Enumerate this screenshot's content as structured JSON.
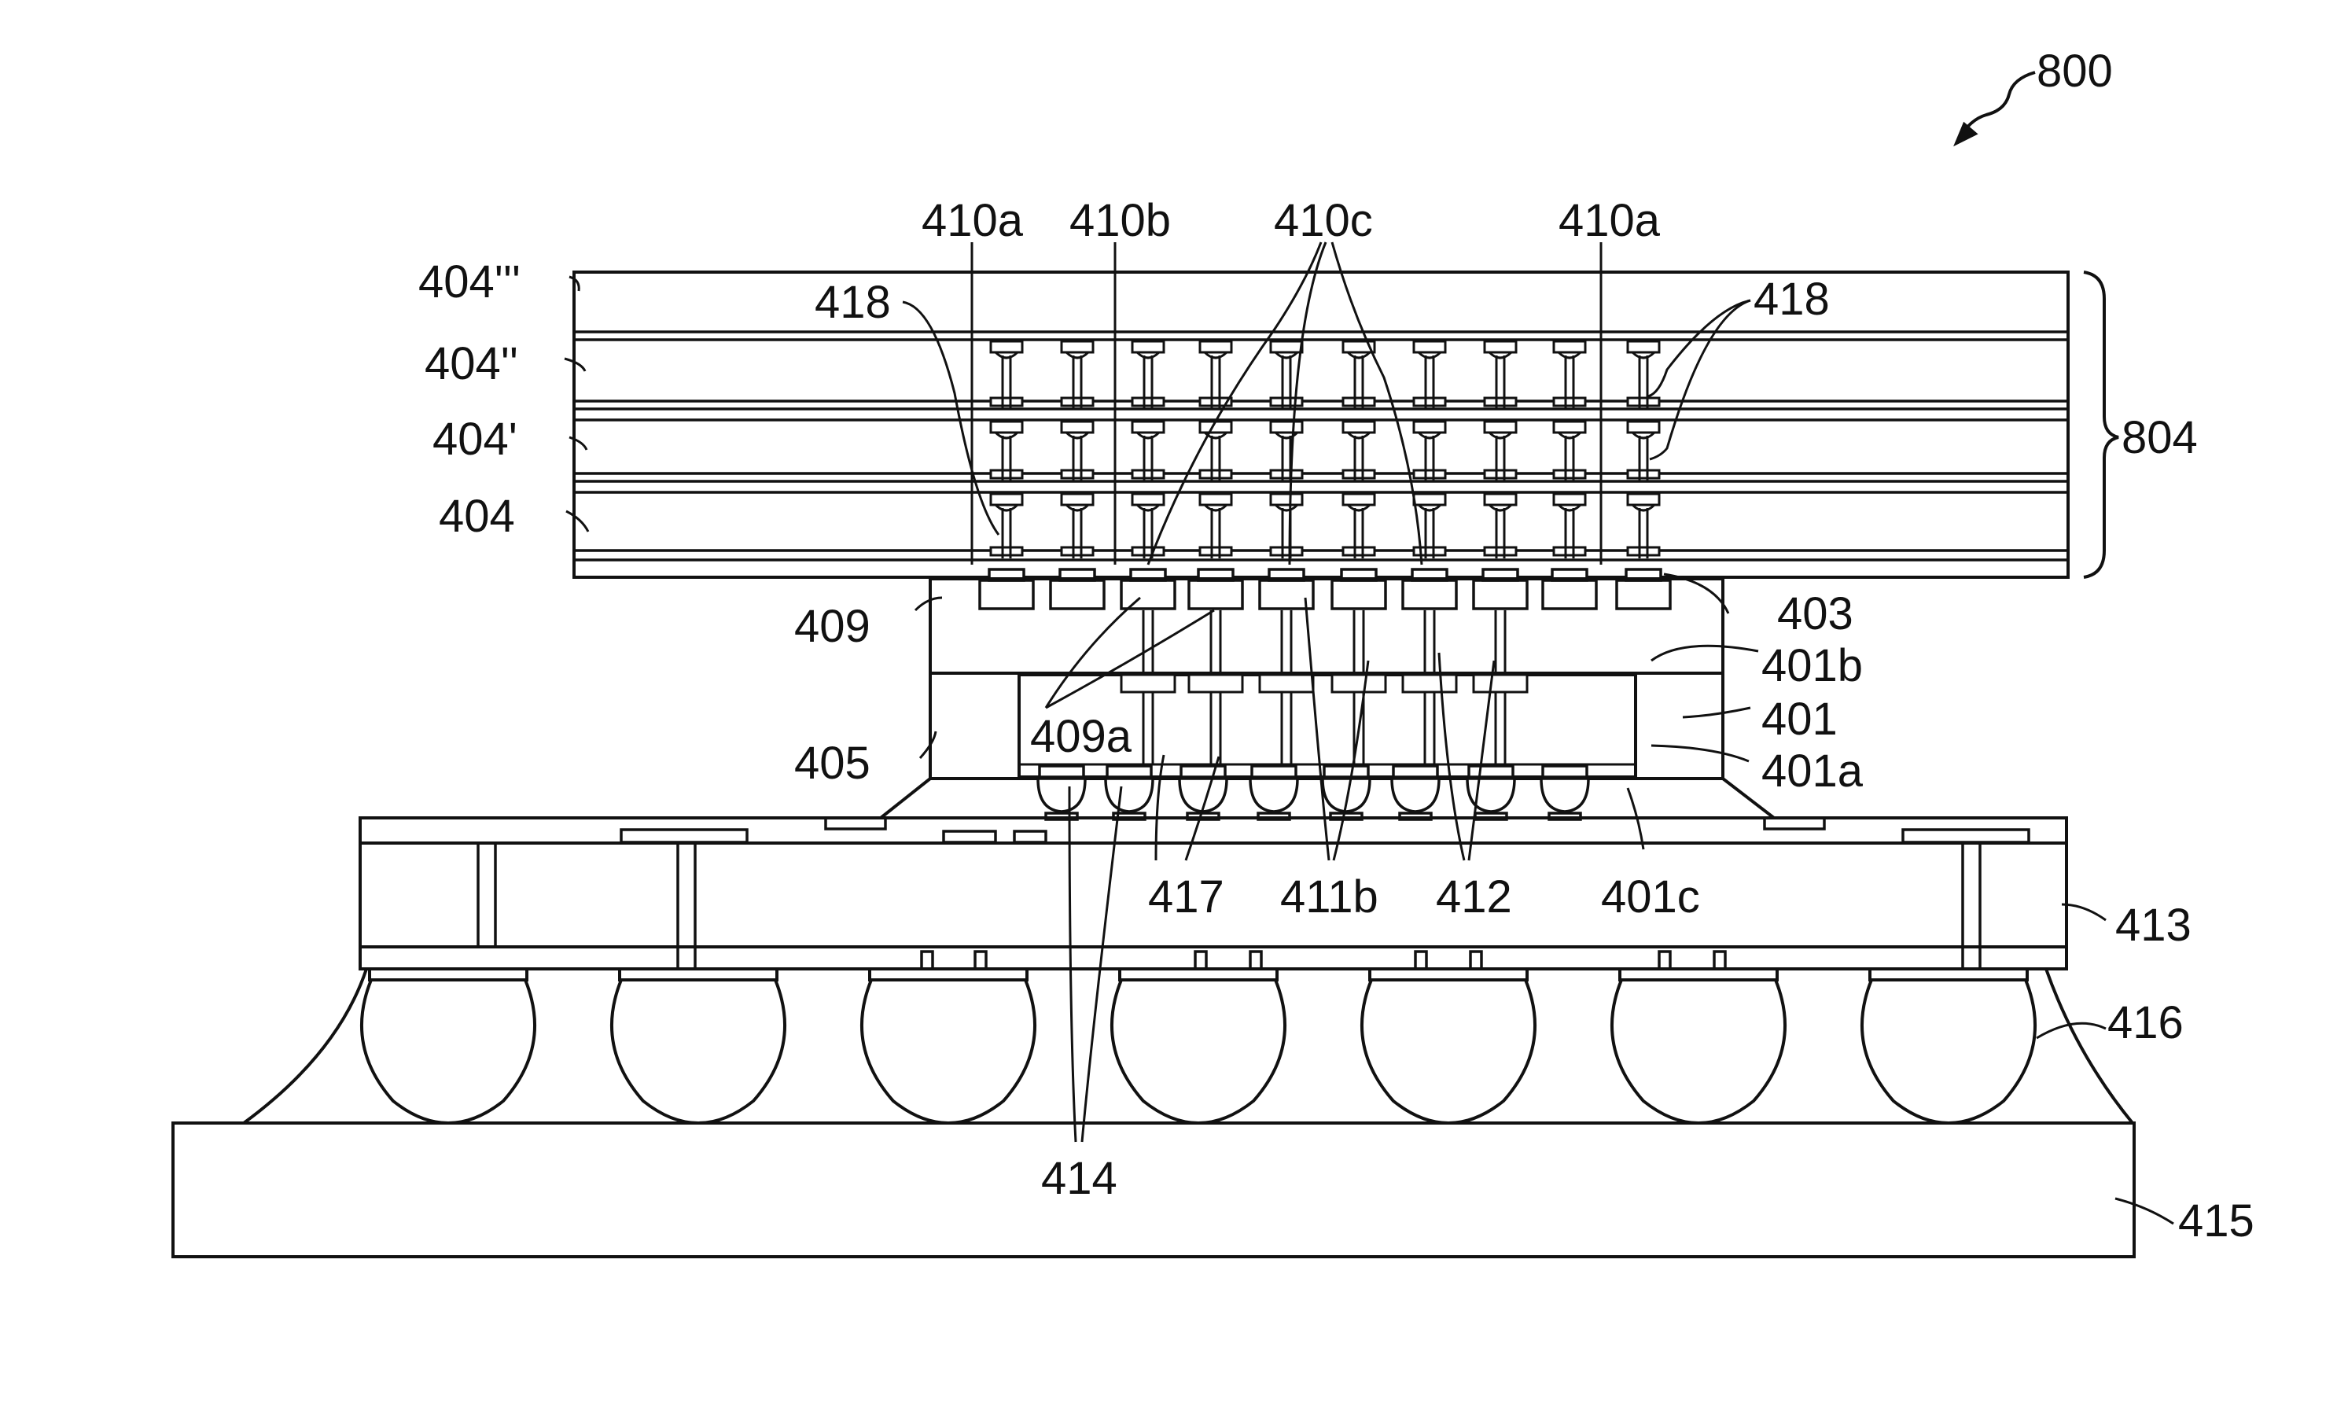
{
  "figure": {
    "number": "800",
    "stack_ref": "804",
    "labels": {
      "l404ppp": "404'''",
      "l404pp": "404''",
      "l404p": "404'",
      "l404": "404",
      "l410a_left": "410a",
      "l410b": "410b",
      "l410c": "410c",
      "l410a_right": "410a",
      "l418_left": "418",
      "l418_right": "418",
      "l409": "409",
      "l409a": "409a",
      "l405": "405",
      "l403": "403",
      "l401b": "401b",
      "l401": "401",
      "l401a": "401a",
      "l417": "417",
      "l411b": "411b",
      "l412": "412",
      "l401c": "401c",
      "l413": "413",
      "l416": "416",
      "l414": "414",
      "l415": "415"
    }
  },
  "colors": {
    "line": "#111111",
    "background": "#ffffff"
  }
}
